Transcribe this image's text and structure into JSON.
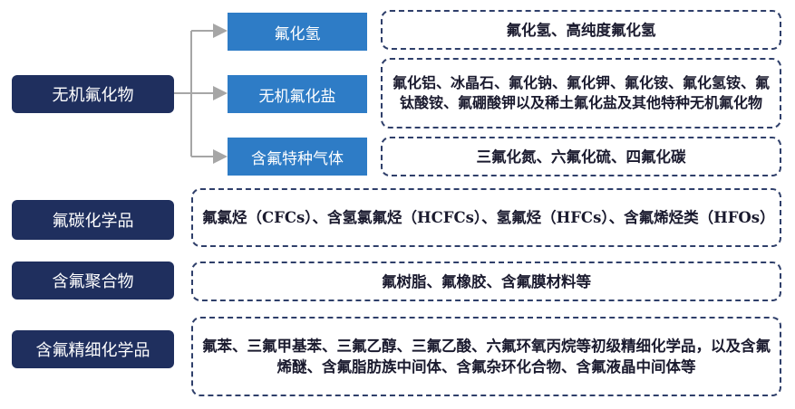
{
  "categories": {
    "inorganic": "无机氟化物",
    "fluorocarbon": "氟碳化学品",
    "polymer": "含氟聚合物",
    "fine": "含氟精细化学品"
  },
  "subcategories": {
    "hf": "氟化氢",
    "salt": "无机氟化盐",
    "gas": "含氟特种气体"
  },
  "descriptions": {
    "hf": "氟化氢、高纯度氟化氢",
    "salt": "氟化铝、冰晶石、氟化钠、氟化钾、氟化铵、氟化氢铵、氟钛酸铵、氟硼酸钾以及稀土氟化盐及其他特种无机氟化物",
    "gas": "三氟化氮、六氟化硫、四氟化碳",
    "fluorocarbon": "氟氯烃（CFCs）、含氢氯氟烃（HCFCs）、氢氟烃（HFCs）、含氟烯烃类（HFOs）",
    "polymer": "氟树脂、氟橡胶、含氟膜材料等",
    "fine": "氟苯、三氟甲基苯、三氟乙醇、三氟乙酸、六氟环氧丙烷等初级精细化学品，以及含氟烯醚、含氟脂肪族中间体、含氟杂环化合物、含氟液晶中间体等"
  },
  "colors": {
    "category_bg": "#1f2f5e",
    "subcategory_bg": "#2e7cc6",
    "dashed_border": "#2f3f6a",
    "connector": "#a6a6a6"
  }
}
